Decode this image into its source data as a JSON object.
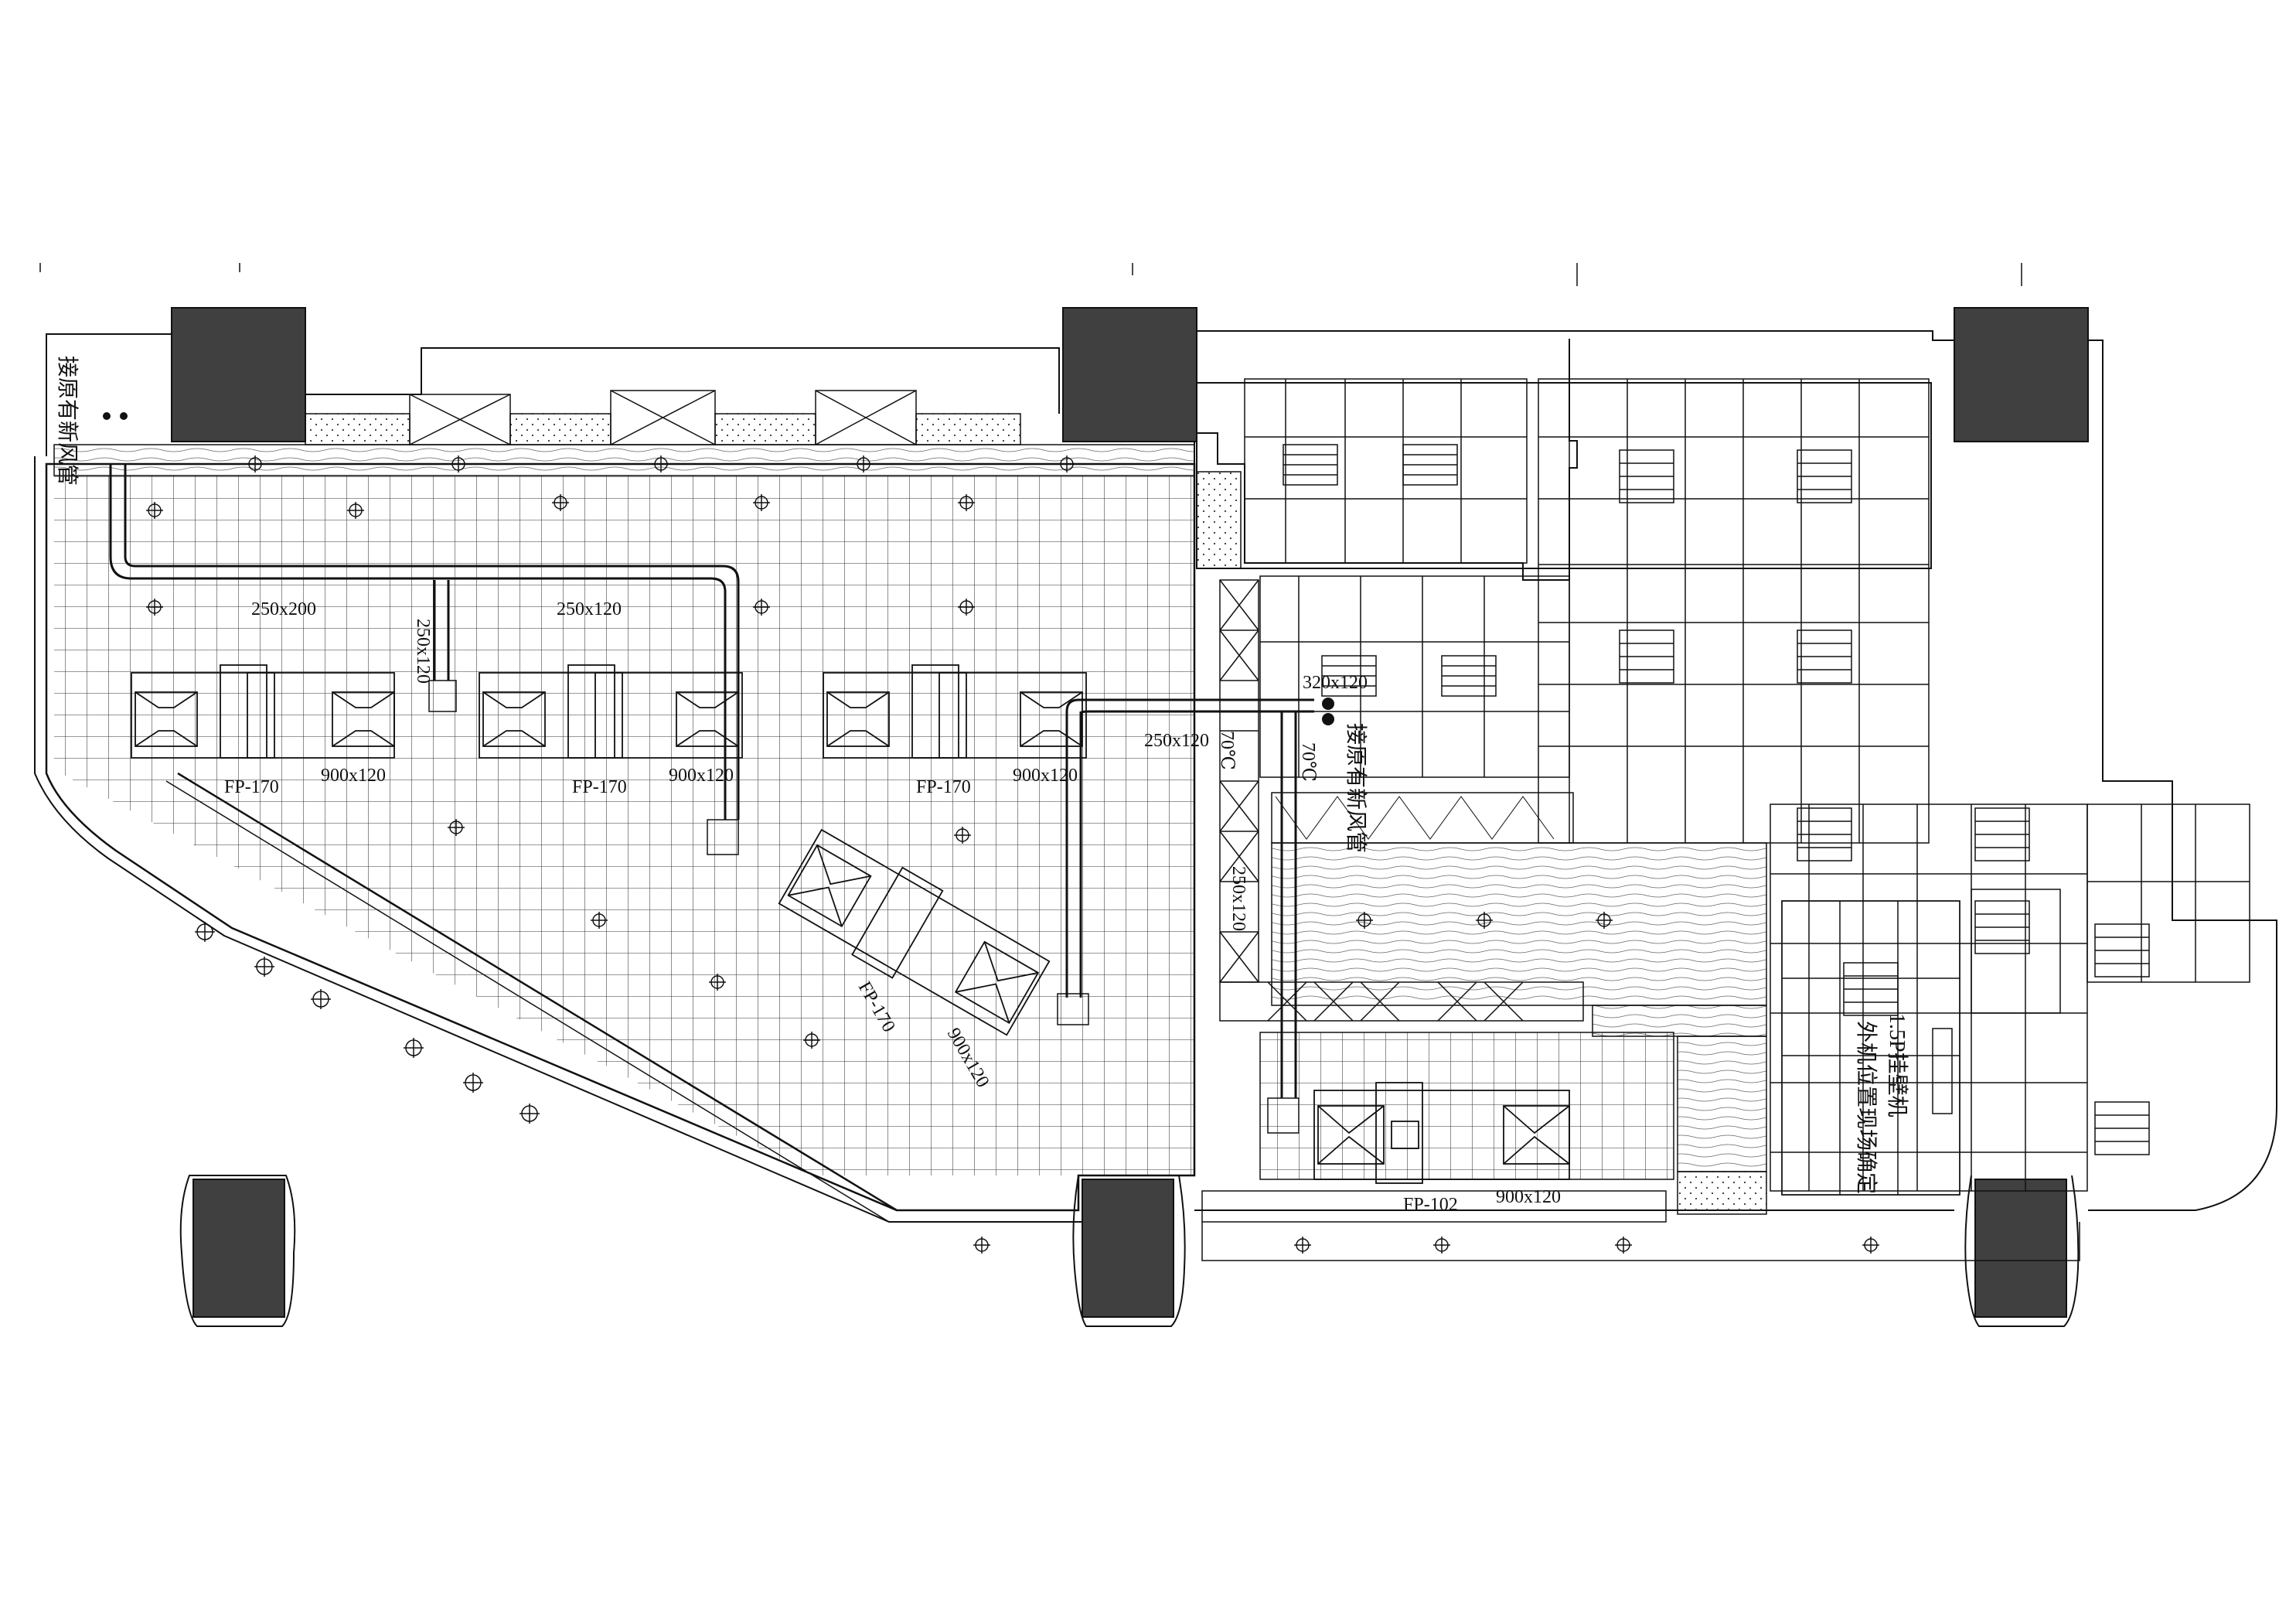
{
  "drawing": {
    "duct_sizes": {
      "main_a": "250x200",
      "main_b": "250x120",
      "riser_a": "250x120",
      "branch_right": "250x120",
      "riser_b": "250x120",
      "top_right": "320x120",
      "unit_outlet_1": "900x120",
      "unit_outlet_2": "900x120",
      "unit_outlet_3": "900x120",
      "unit_outlet_4": "900x120",
      "unit_outlet_5": "900x120"
    },
    "units": {
      "u1": "FP-170",
      "u2": "FP-170",
      "u3": "FP-170",
      "u4": "FP-170",
      "u5": "FP-102"
    },
    "notes": {
      "fresh_air_left": "接原有新风管",
      "fresh_air_right": "接原有新风管",
      "fire_damper": "70℃",
      "fire_damper_2": "70℃",
      "split_ac_1": "1.5P挂壁机",
      "split_ac_2": "外机位置现场确定"
    },
    "colors": {
      "line": "#111111",
      "column": "#404040"
    }
  }
}
